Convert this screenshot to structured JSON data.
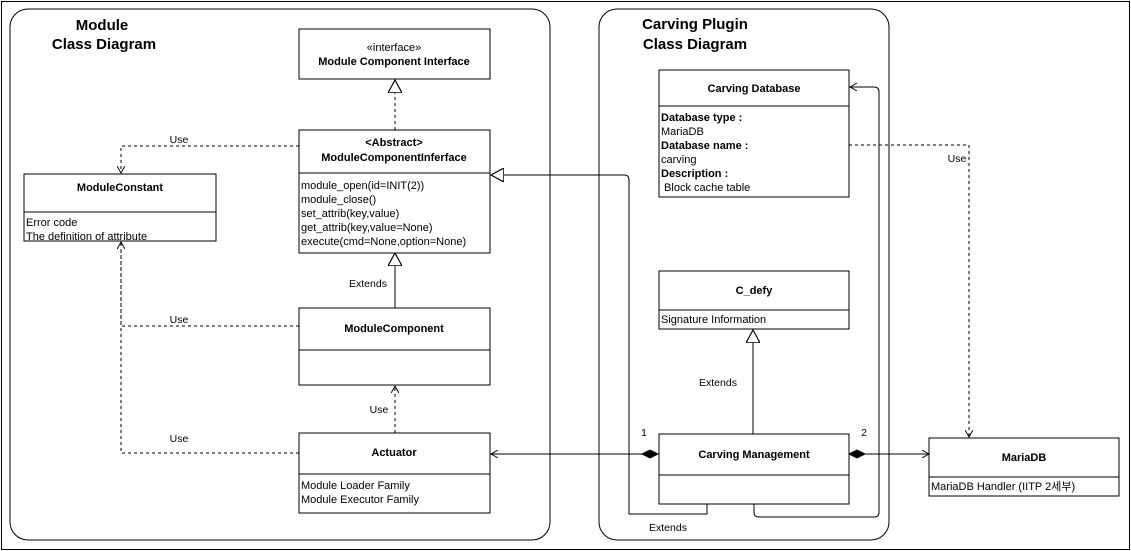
{
  "frames": {
    "module_title_line1": "Module",
    "module_title_line2": "Class Diagram",
    "plugin_title_line1": "Carving Plugin",
    "plugin_title_line2": "Class Diagram"
  },
  "classes": {
    "module_component_interface": {
      "stereotype": "«interface»",
      "name": "Module Component Interface"
    },
    "abstract_module": {
      "stereotype": "<Abstract>",
      "name": "ModuleComponentInferface",
      "methods": [
        "module_open(id=INIT(2))",
        "module_close()",
        "set_attrib(key,value)",
        "get_attrib(key,value=None)",
        "execute(cmd=None,option=None)"
      ]
    },
    "module_constant": {
      "name": "ModuleConstant",
      "attributes": [
        "Error code",
        "The definition of attribute"
      ]
    },
    "module_component": {
      "name": "ModuleComponent"
    },
    "actuator": {
      "name": "Actuator",
      "attributes": [
        "Module Loader Family",
        "Module Executor Family"
      ]
    },
    "carving_database": {
      "name": "Carving Database",
      "attributes": [
        {
          "text": "Database type :",
          "bold": true
        },
        {
          "text": "MariaDB",
          "bold": false
        },
        {
          "text": "Database name :",
          "bold": true
        },
        {
          "text": "carving",
          "bold": false
        },
        {
          "text": "Description :",
          "bold": true
        },
        {
          "text": " Block cache table",
          "bold": false
        }
      ]
    },
    "c_defy": {
      "name": "C_defy",
      "attributes": [
        "Signature Information"
      ]
    },
    "carving_management": {
      "name": "Carving Management"
    },
    "mariadb": {
      "name": "MariaDB",
      "attributes": [
        "MariaDB Handler (IITP 2세부)"
      ]
    }
  },
  "relations": {
    "use_constant_from_abstract": "Use",
    "use_constant_from_component": "Use",
    "use_constant_from_actuator": "Use",
    "use_component_from_actuator": "Use",
    "extends_module_component": "Extends",
    "extends_c_defy": "Extends",
    "extends_carving_management": "Extends",
    "use_mariadb": "Use",
    "mult_actuator": "1",
    "mult_mariadb": "2"
  }
}
